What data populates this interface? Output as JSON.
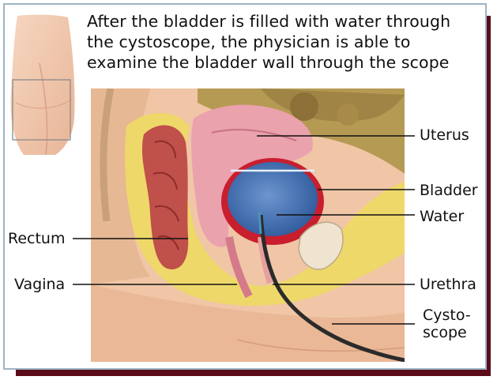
{
  "caption": "After the bladder is filled with water through\nthe cystoscope, the physician is able to\nexamine the bladder wall through the scope",
  "labels": {
    "uterus": "Uterus",
    "bladder": "Bladder",
    "water": "Water",
    "rectum": "Rectum",
    "vagina": "Vagina",
    "urethra": "Urethra",
    "cystoscope_line1": "Cysto-",
    "cystoscope_line2": "scope"
  },
  "colors": {
    "shadow": "#5a0c1a",
    "frame_border": "#9db5c5",
    "water": "#3f6fb0",
    "bladder_wall": "#c81e2e",
    "uterus": "#eaa2ad",
    "rectum": "#c0504a",
    "fat": "#eed86a",
    "skin": "#f2c8ad"
  },
  "icons": [
    "body-silhouette-icon",
    "zoom-region-box"
  ]
}
